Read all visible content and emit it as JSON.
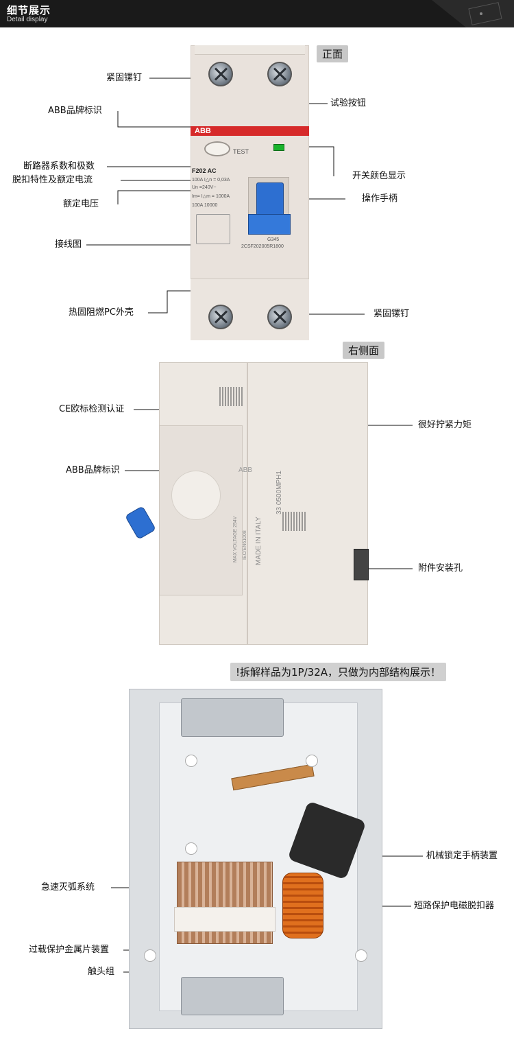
{
  "header": {
    "title": "细节展示",
    "subtitle": "Detail display"
  },
  "front": {
    "tag": "正面",
    "brand": "ABB",
    "test": "TEST",
    "model": "F202 AC",
    "spec_lines": [
      "100A I△n = 0,03A",
      "Un =240V~",
      "Im= I△m = 1000A",
      "100A 10000"
    ],
    "code_top": "G345",
    "code_bottom": "2CSF202005R1800",
    "labels": {
      "screw_top": "紧固镙钉",
      "brand_mark": "ABB品牌标识",
      "test_button": "试验按钮",
      "series_poles": "断路器系数和极数",
      "trip_current": "脱扣特性及额定电流",
      "switch_color": "开关颜色显示",
      "rated_voltage": "额定电压",
      "handle": "操作手柄",
      "wiring": "接线图",
      "shell": "热固阻燃PC外壳",
      "screw_bottom": "紧固镙钉"
    }
  },
  "side": {
    "tag": "右侧面",
    "texts": {
      "code": "33 0500MPH1",
      "made": "MADE IN ITALY",
      "voltage": "MAX VOLTAGE 254V",
      "std": "IEC/EN61008"
    },
    "labels": {
      "ce": "CE欧标检测认证",
      "torque": "很好拧紧力矩",
      "brand_mark": "ABB品牌标识",
      "accessory": "附件安装孔"
    }
  },
  "inner": {
    "warning": "!拆解样品为1P/32A，只做为内部结构展示！",
    "labels": {
      "lock": "机械锁定手柄装置",
      "arc": "急速灭弧系统",
      "magnetic": "短路保护电磁脱扣器",
      "overload": "过载保护金属片装置",
      "contact": "触头组"
    }
  },
  "colors": {
    "header_bg": "#1a1a1a",
    "brand_red": "#d62a2a",
    "handle_blue": "#2d6fd1",
    "indicator_green": "#19b32c",
    "coil_orange": "#e0701e"
  }
}
